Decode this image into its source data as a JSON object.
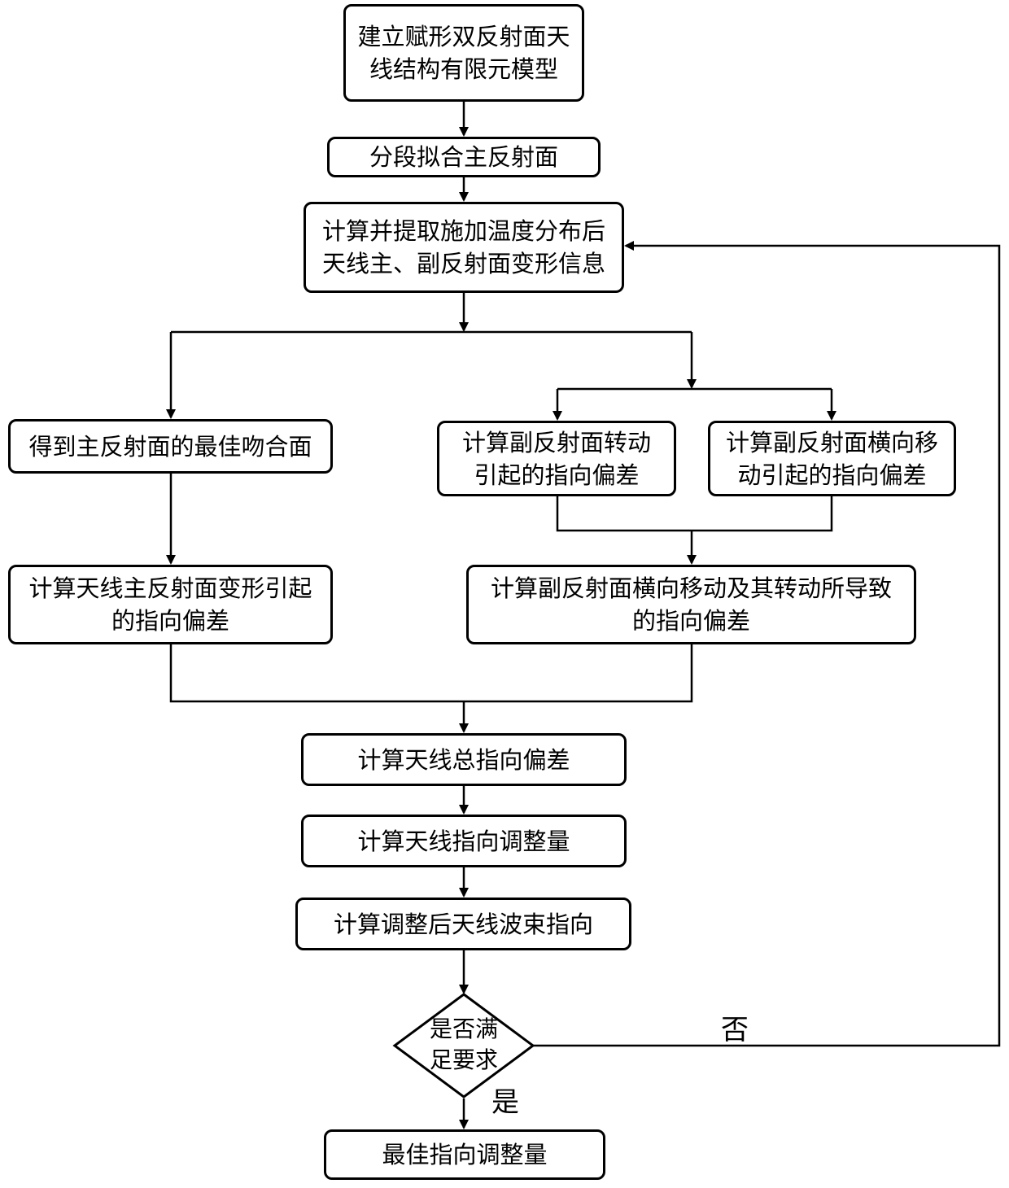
{
  "nodes": {
    "n1": {
      "line1": "建立赋形双反射面天",
      "line2": "线结构有限元模型"
    },
    "n2": {
      "line1": "分段拟合主反射面"
    },
    "n3": {
      "line1": "计算并提取施加温度分布后",
      "line2": "天线主、副反射面变形信息"
    },
    "n4": {
      "line1": "得到主反射面的最佳吻合面"
    },
    "n5": {
      "line1": "计算副反射面转动",
      "line2": "引起的指向偏差"
    },
    "n6": {
      "line1": "计算副反射面横向移",
      "line2": "动引起的指向偏差"
    },
    "n7": {
      "line1": "计算天线主反射面变形引起",
      "line2": "的指向偏差"
    },
    "n8": {
      "line1": "计算副反射面横向移动及其转动所导致",
      "line2": "的指向偏差"
    },
    "n9": {
      "line1": "计算天线总指向偏差"
    },
    "n10": {
      "line1": "计算天线指向调整量"
    },
    "n11": {
      "line1": "计算调整后天线波束指向"
    },
    "decision": {
      "line1": "是否满",
      "line2": "足要求"
    },
    "n12": {
      "line1": "最佳指向调整量"
    }
  },
  "edge_labels": {
    "no": "否",
    "yes": "是"
  }
}
